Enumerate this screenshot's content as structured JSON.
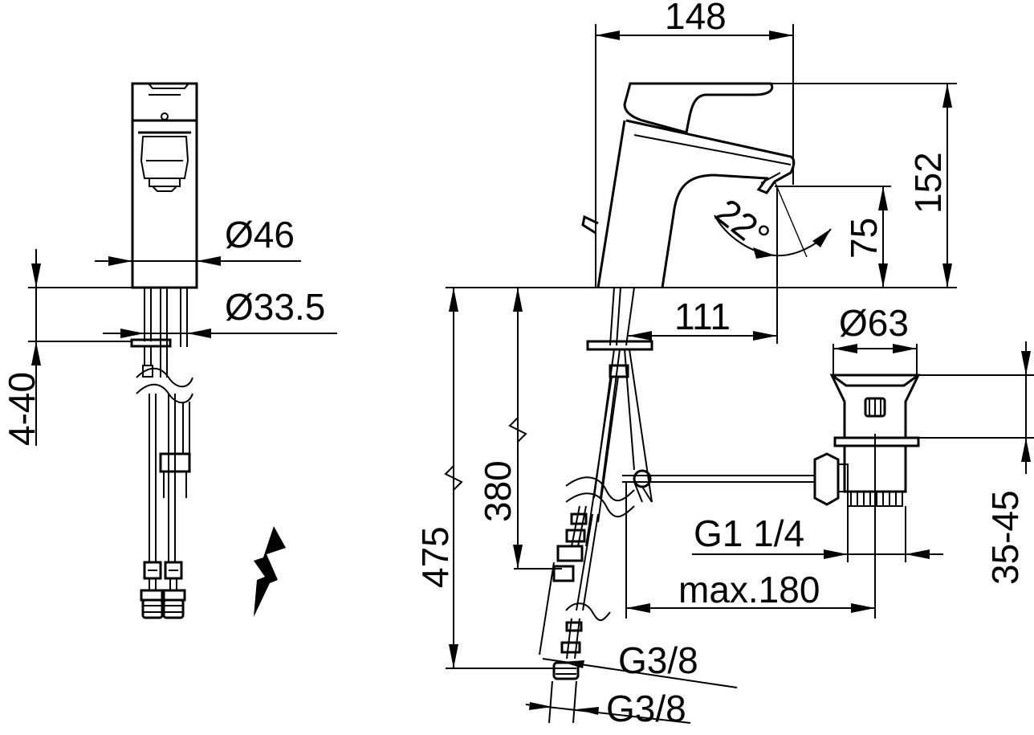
{
  "drawing": {
    "dimensions": {
      "diameter_body": "Ø46",
      "diameter_shank": "Ø33.5",
      "deck_thickness": "4-40",
      "width_overall": "148",
      "height_overall": "152",
      "angle": "22°",
      "spout_height": "75",
      "spout_projection": "111",
      "diameter_waste": "Ø63",
      "hose_length_total": "475",
      "hose_length_rigid": "380",
      "waste_thread": "G1 1/4",
      "waste_range": "35-45",
      "rod_max": "max.180",
      "connection_thread_1": "G3/8",
      "connection_thread_2": "G3/8"
    },
    "icons": {
      "voltage_symbol": "lightning-bolt-icon"
    }
  }
}
